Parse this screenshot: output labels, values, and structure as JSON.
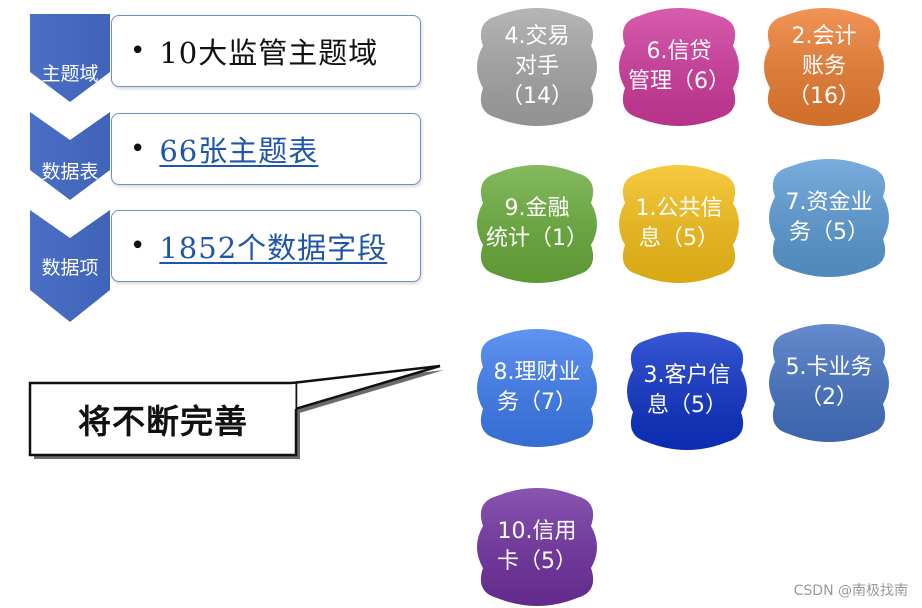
{
  "chevrons": [
    {
      "label": "主题域",
      "text": "10大监管主题域",
      "link": false
    },
    {
      "label": "数据表",
      "text": "66张主题表",
      "link": true
    },
    {
      "label": "数据项",
      "text": "1852个数据字段",
      "link": true
    }
  ],
  "bullet": "•",
  "callout": {
    "text": "将不断完善"
  },
  "blobs": [
    {
      "line1": "4.交易",
      "line2": "对手",
      "line3": "（14）",
      "color": "#a6a6a6"
    },
    {
      "line1": "6.信贷",
      "line2": "管理（6）",
      "line3": "",
      "color": "#d0399d"
    },
    {
      "line1": "2.会计",
      "line2": "账务",
      "line3": "（16）",
      "color": "#ed7d31"
    },
    {
      "line1": "9.金融",
      "line2": "统计（1）",
      "line3": "",
      "color": "#6aac3b"
    },
    {
      "line1": "1.公共信",
      "line2": "息（5）",
      "line3": "",
      "color": "#f5bf17"
    },
    {
      "line1": "7.资金业",
      "line2": "务（5）",
      "line3": "",
      "color": "#5b9bd5"
    },
    {
      "line1": "8.理财业",
      "line2": "务（7）",
      "line3": "",
      "color": "#3d7cf0"
    },
    {
      "line1": "3.客户信",
      "line2": "息（5）",
      "line3": "",
      "color": "#0d32c8"
    },
    {
      "line1": "5.卡业务",
      "line2": "（2）",
      "line3": "",
      "color": "#4472c4"
    },
    {
      "line1": "10.信用",
      "line2": "卡（5）",
      "line3": "",
      "color": "#7030a0"
    }
  ],
  "watermark": "CSDN @南极找南"
}
